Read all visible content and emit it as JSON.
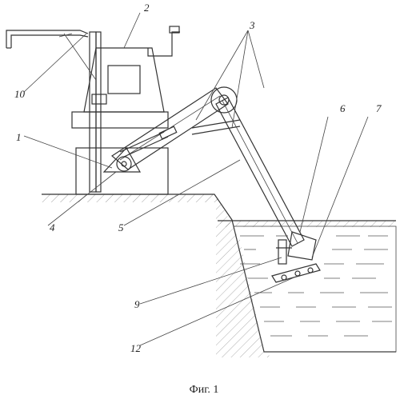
{
  "figure": {
    "caption": "Фиг. 1",
    "labels": {
      "l1": "1",
      "l2": "2",
      "l3": "3",
      "l4": "4",
      "l5": "5",
      "l6": "6",
      "l7": "7",
      "l9": "9",
      "l10": "10",
      "l12": "12"
    }
  }
}
